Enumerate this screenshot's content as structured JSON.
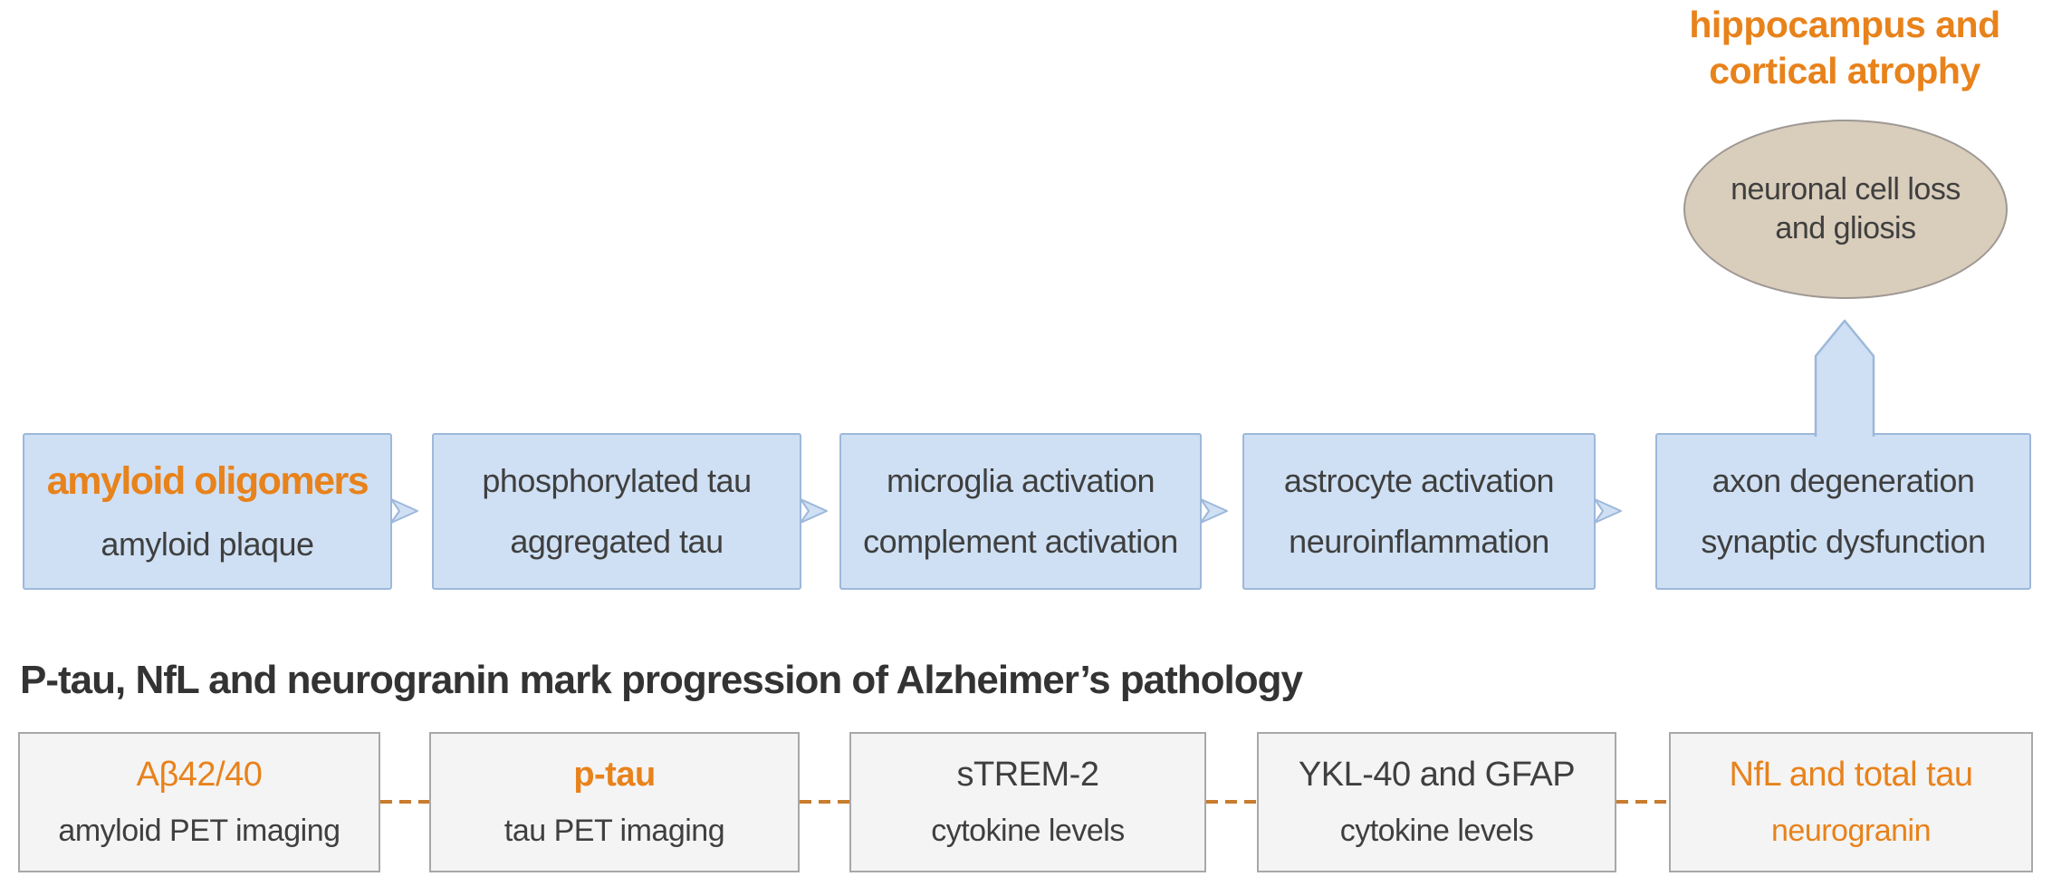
{
  "palette": {
    "orange_accent": "#e8821b",
    "blue_fill": "#cfe0f4",
    "blue_border": "#9db8da",
    "tan_fill": "#d9cdbb",
    "tan_border": "#9e9893",
    "gray_fill": "#f4f4f4",
    "gray_border": "#a8a8a8",
    "dash_connector": "#c87c2e",
    "text_dark": "#3f3f3f",
    "heading_dark": "#333333"
  },
  "outcome": {
    "heading_lines": [
      "hippocampus and",
      "cortical atrophy"
    ],
    "ellipse_lines": [
      "neuronal cell loss",
      "and gliosis"
    ]
  },
  "pathway": {
    "boxes": [
      {
        "title": "amyloid oligomers",
        "subtitle": "amyloid plaque"
      },
      {
        "title": "phosphorylated tau",
        "subtitle": "aggregated tau"
      },
      {
        "title": "microglia activation",
        "subtitle": "complement activation"
      },
      {
        "title": "astrocyte activation",
        "subtitle": "neuroinflammation"
      },
      {
        "title": "axon degeneration",
        "subtitle": "synaptic dysfunction"
      }
    ]
  },
  "section_heading": "P-tau, NfL and neurogranin mark progression of Alzheimer’s pathology",
  "biomarkers": {
    "boxes": [
      {
        "title": "Aβ42/40",
        "subtitle": "amyloid PET imaging"
      },
      {
        "title": "p-tau",
        "subtitle": "tau PET imaging"
      },
      {
        "title": "sTREM-2",
        "subtitle": "cytokine levels"
      },
      {
        "title": "YKL-40 and GFAP",
        "subtitle": "cytokine levels"
      },
      {
        "title": "NfL and total tau",
        "subtitle": "neurogranin"
      }
    ]
  }
}
